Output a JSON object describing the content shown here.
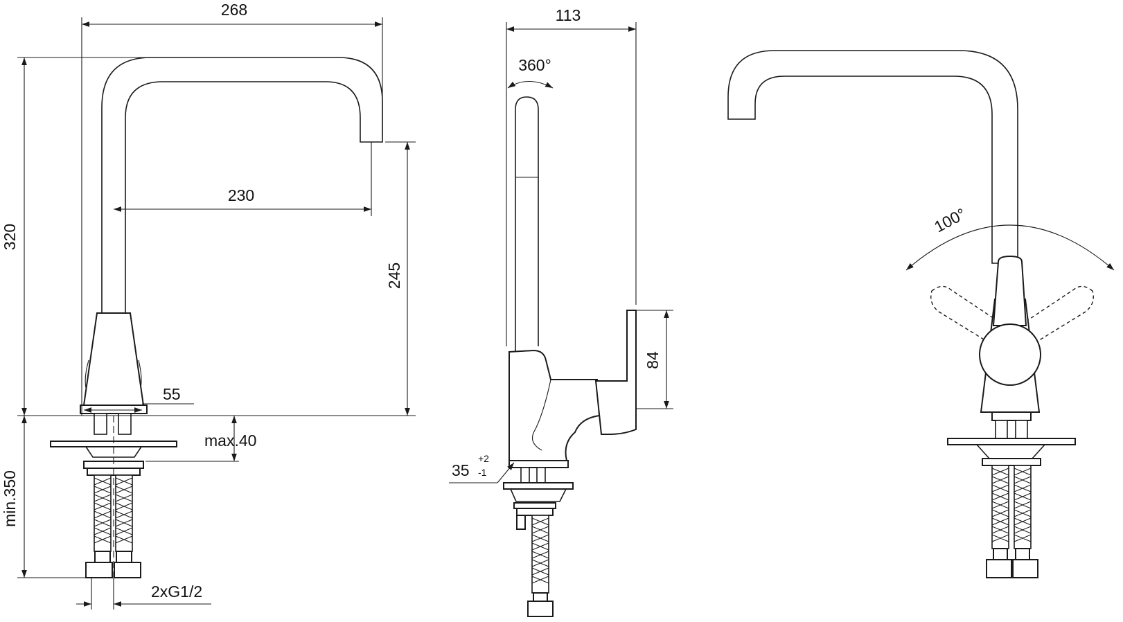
{
  "diagram": {
    "front_view": {
      "width_label": "268",
      "height_label": "320",
      "reach_label": "230",
      "spout_height_label": "245",
      "base_diameter_label": "55",
      "mount_thickness_label": "max.40",
      "hose_length_label": "min.350",
      "connection_label": "2xG1/2"
    },
    "side_view": {
      "depth_label": "113",
      "rotation_label": "360°",
      "lever_height_label": "84",
      "hole_label": "35",
      "hole_tol_plus": "+2",
      "hole_tol_minus": "-1"
    },
    "rear_view": {
      "lever_angle_label": "100°"
    }
  }
}
